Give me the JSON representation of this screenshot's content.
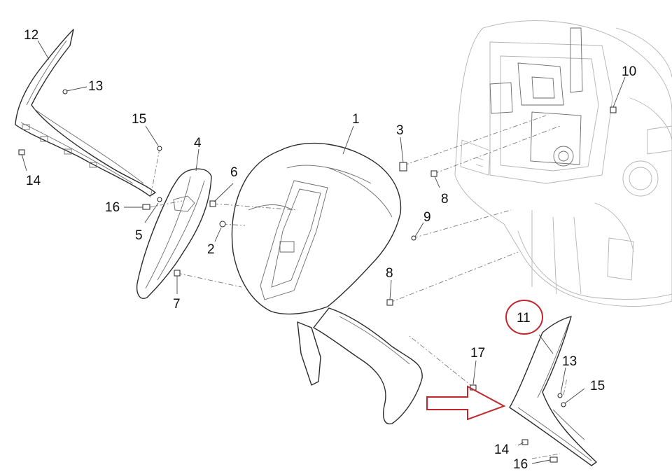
{
  "diagram": {
    "callouts": [
      "1",
      "2",
      "3",
      "4",
      "5",
      "6",
      "7",
      "8",
      "8",
      "9",
      "10",
      "11",
      "12",
      "13",
      "13",
      "14",
      "14",
      "15",
      "15",
      "16",
      "16",
      "17"
    ],
    "highlight_color": "#c0282d",
    "line_color": "#2b2b2b"
  }
}
